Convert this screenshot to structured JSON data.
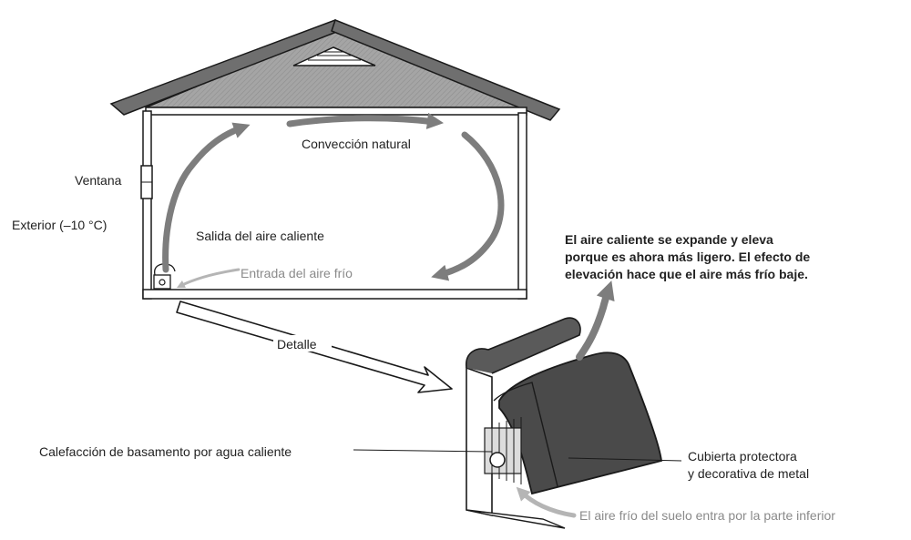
{
  "labels": {
    "natural_convection": "Convección natural",
    "window": "Ventana",
    "exterior": "Exterior (–10 °C)",
    "hot_air_out": "Salida del aire caliente",
    "cold_air_in": "Entrada del aire frío",
    "hot_air_note_1": "El aire caliente se expande y eleva",
    "hot_air_note_2": "porque es ahora más ligero. El efecto de",
    "hot_air_note_3": "elevación hace que el aire más frío baje.",
    "detail": "Detalle",
    "baseboard_heater": "Calefacción de basamento por agua caliente",
    "cover_1": "Cubierta protectora",
    "cover_2": "y decorativa de metal",
    "floor_cold_air": "El aire frío del suelo entra por la parte inferior"
  },
  "colors": {
    "ink": "#1a1a1a",
    "roof_fill": "#9a9a9a",
    "gable_fill": "#bdbdbd",
    "arrow_fill": "#7d7d7d",
    "cover_fill": "#4a4a4a",
    "grey_text": "#8a8a8a"
  },
  "icons": [
    "convection-arrow",
    "detail-arrow",
    "cold-air-arrow",
    "rising-hot-air-arrow",
    "heater-pipe-icon"
  ]
}
